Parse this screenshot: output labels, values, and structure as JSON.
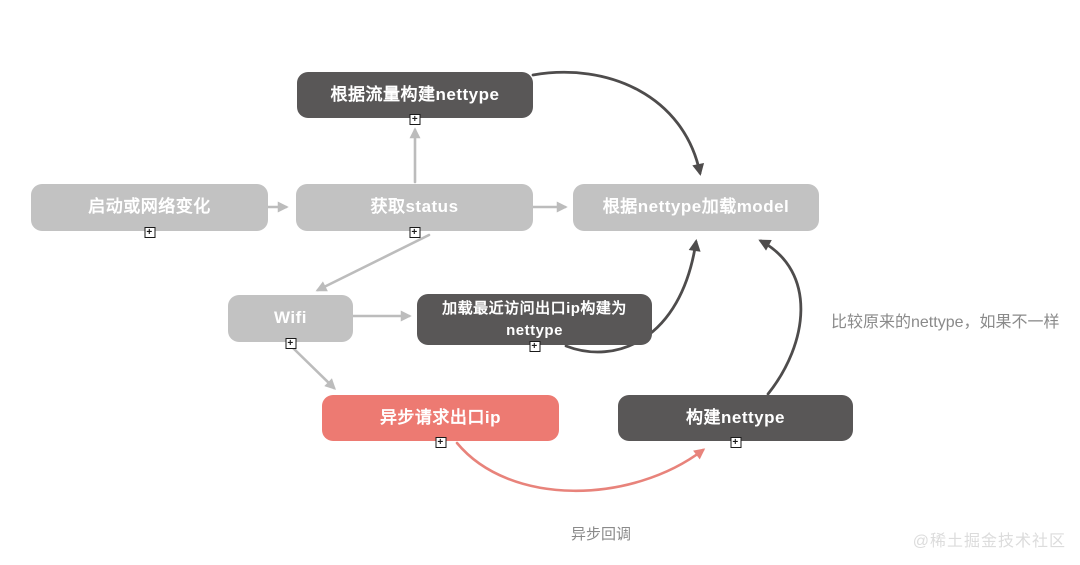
{
  "diagram": {
    "nodes": {
      "build_nettype_from_traffic": {
        "label": "根据流量构建nettype"
      },
      "startup_or_network_change": {
        "label": "启动或网络变化"
      },
      "get_status": {
        "label": "获取status"
      },
      "load_model_by_nettype": {
        "label": "根据nettype加载model"
      },
      "wifi": {
        "label": "Wifi"
      },
      "load_recent_exit_ip": {
        "label": "加载最近访问出口ip构建为\nnettype"
      },
      "async_request_exit_ip": {
        "label": "异步请求出口ip"
      },
      "build_nettype": {
        "label": "构建nettype"
      }
    },
    "annotations": {
      "compare_note": "比较原来的nettype，如果不一样",
      "async_callback_label": "异步回调"
    },
    "watermark": "@稀土掘金技术社区",
    "icons": {
      "expand_handle": "+"
    },
    "colors": {
      "light_node": "#c2c2c2",
      "dark_node": "#595757",
      "red_node": "#ed7a72",
      "light_arrow": "#bcbcbc",
      "dark_arrow": "#4e4c4c",
      "red_arrow": "#e8837b",
      "note_text": "#8a8a8a",
      "watermark_text": "#dcdcdc"
    }
  }
}
